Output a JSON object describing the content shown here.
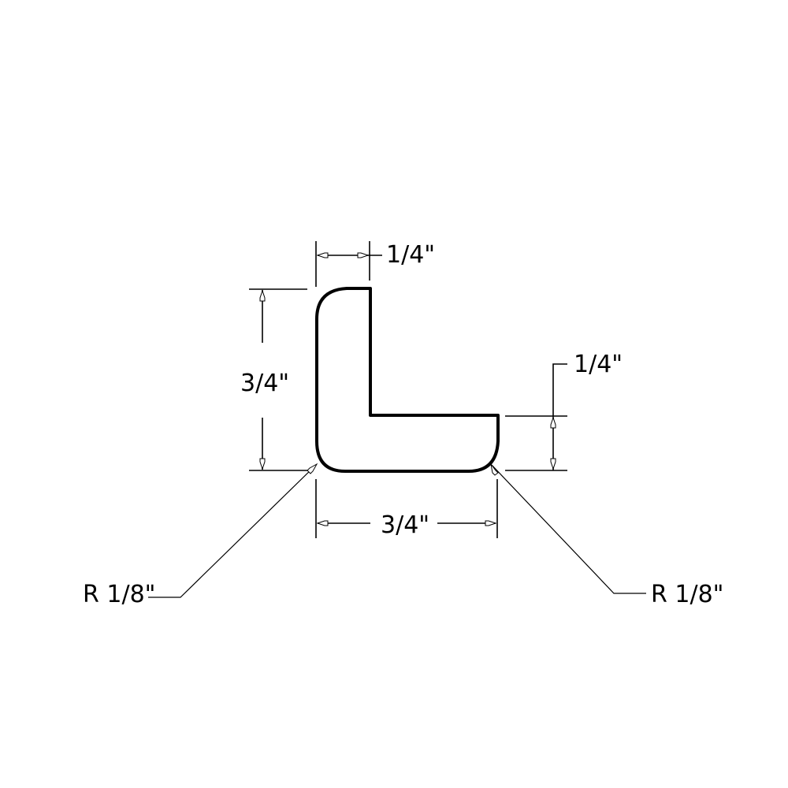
{
  "drawing": {
    "type": "L-angle molding profile",
    "colors": {
      "line": "#000000",
      "background": "#ffffff"
    },
    "dimensions": {
      "top_width": "1/4\"",
      "left_height": "3/4\"",
      "right_height": "1/4\"",
      "bottom_width": "3/4\"",
      "radius_left": "R 1/8\"",
      "radius_right": "R 1/8\""
    }
  }
}
